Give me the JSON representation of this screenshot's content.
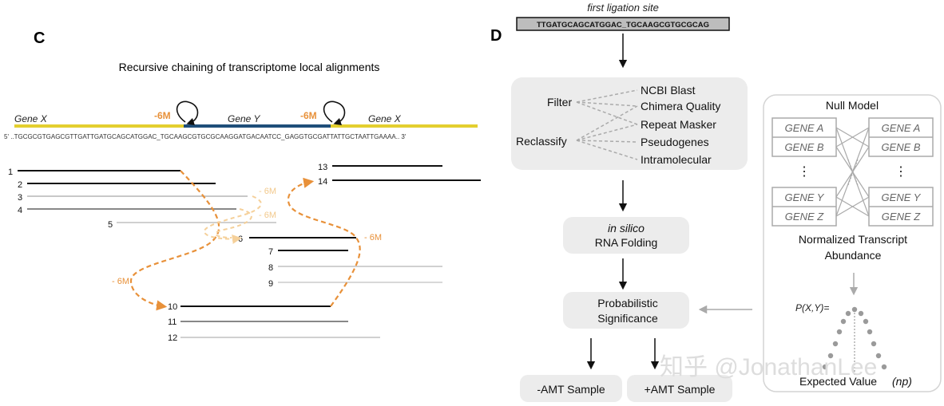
{
  "panel_c": {
    "letter": "C",
    "title": "Recursive chaining of transcriptome local alignments",
    "gene_left": "Gene X",
    "gene_mid": "Gene Y",
    "gene_right": "Gene X",
    "shift_left": "-6M",
    "shift_right": "-6M",
    "sequence": "5' ..TGCGCGTGAGCGTTGATTGATGCAGCATGGAC_TGCAAGCGTGCGCAAGGATGACAATCC_GAGGTGCGATTATTGCTAATTGAAAA.. 3'",
    "rows": [
      {
        "label": "1"
      },
      {
        "label": "2"
      },
      {
        "label": "3"
      },
      {
        "label": "4"
      },
      {
        "label": "5"
      },
      {
        "label": "6"
      },
      {
        "label": "7"
      },
      {
        "label": "8"
      },
      {
        "label": "9"
      },
      {
        "label": "10"
      },
      {
        "label": "11"
      },
      {
        "label": "12"
      },
      {
        "label": "13"
      },
      {
        "label": "14"
      }
    ],
    "arrow_labels": {
      "faint_upper": "- 6M",
      "faint_lower": "- 6M",
      "right": "- 6M",
      "left": "- 6M"
    }
  },
  "panel_d": {
    "letter": "D",
    "ligation_caption": "first ligation site",
    "ligation_sequence": "TTGATGCAGCATGGAC_TGCAAGCGTGCGCAG",
    "filter_label": "Filter",
    "reclassify_label": "Reclassify",
    "filter_items": [
      "NCBI Blast",
      "Chimera Quality",
      "Repeat Masker",
      "Pseudogenes",
      "Intramolecular"
    ],
    "folding_line1": "in silico",
    "folding_line2": "RNA Folding",
    "prob_line1": "Probabilistic",
    "prob_line2": "Significance",
    "sample_minus": "-AMT Sample",
    "sample_plus": "+AMT Sample",
    "null_model": {
      "title": "Null Model",
      "left_genes": [
        "GENE A",
        "GENE B",
        "GENE Y",
        "GENE Z"
      ],
      "right_genes": [
        "GENE A",
        "GENE B",
        "GENE Y",
        "GENE Z"
      ],
      "ellipsis": "⋮",
      "abundance_line1": "Normalized Transcript",
      "abundance_line2": "Abundance",
      "pxy": "P(X,Y)=",
      "expected_label": "Expected Value",
      "expected_np": "(np)"
    }
  },
  "watermark": "知乎 @JonathanLee",
  "colors": {
    "gene_x": "#e3cf2f",
    "gene_y": "#1f4e79",
    "orange": "#e8913a",
    "orange_light": "#f5d09a",
    "box_fill": "#ececec",
    "seq_box": "#bdbdbd"
  }
}
